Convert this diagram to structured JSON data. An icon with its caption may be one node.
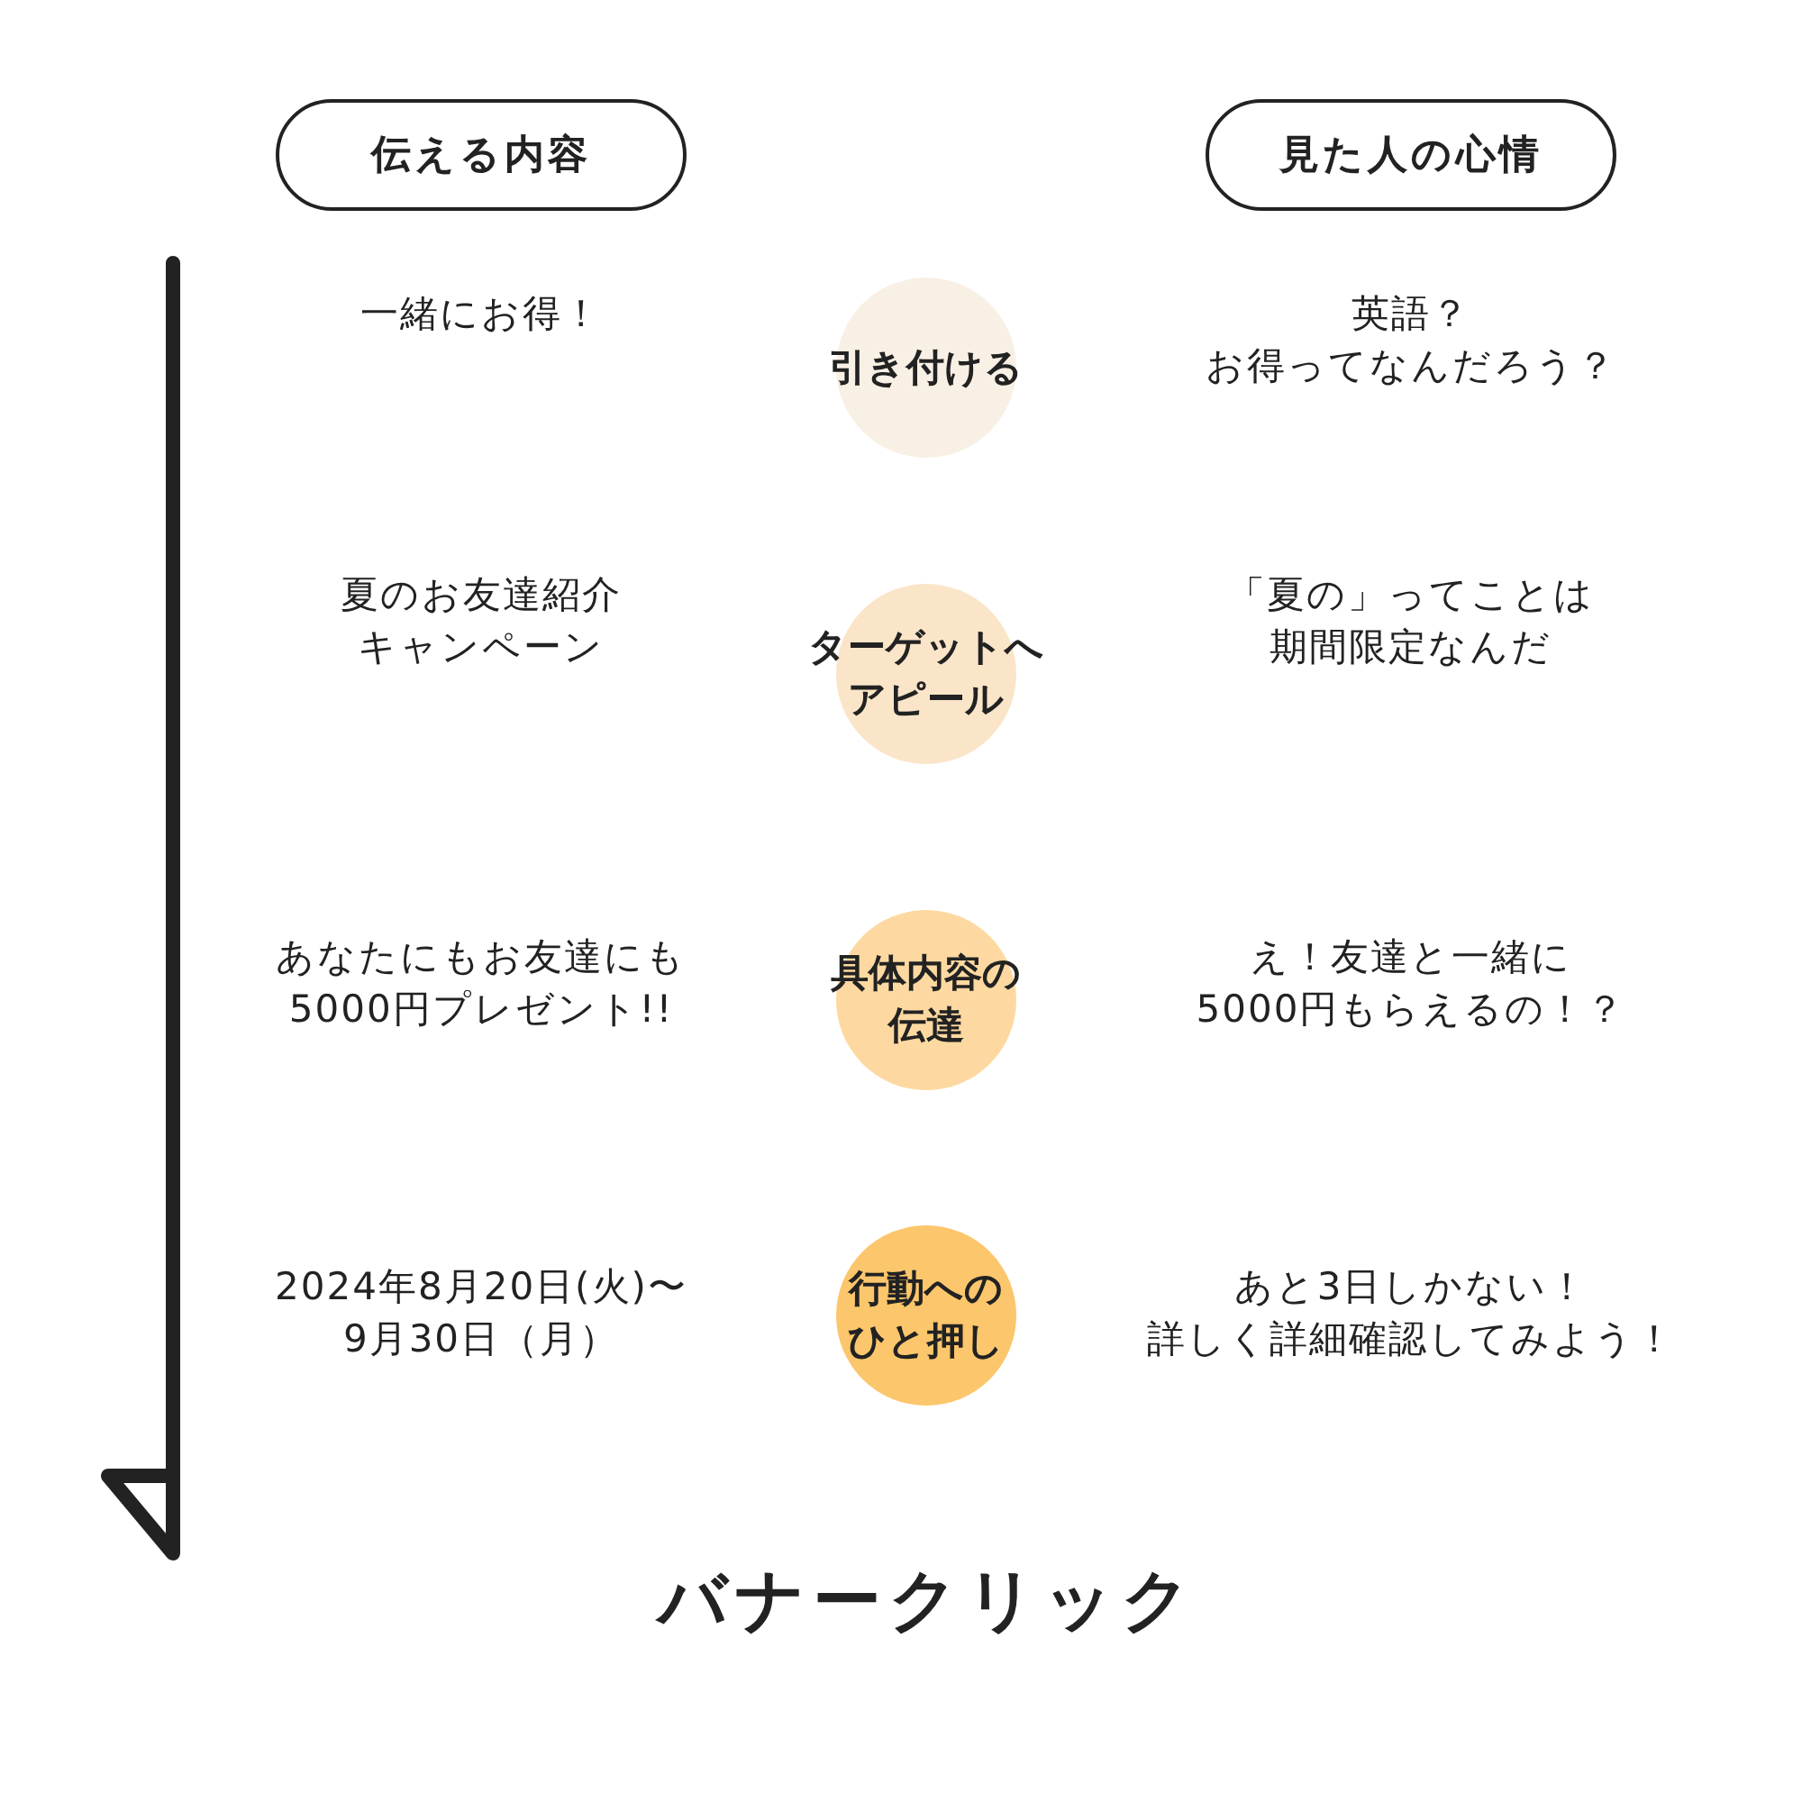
{
  "diagram": {
    "nodes": [
      {
        "text": [
          "伝える内容"
        ]
      },
      {
        "text": [
          "見た人の心情"
        ]
      },
      {
        "text": [
          "引き付ける"
        ]
      },
      {
        "text": [
          "ターゲットへアピール"
        ]
      },
      {
        "text": [
          "具体内容の伝達"
        ]
      },
      {
        "text": [
          "行動へのひと押し"
        ]
      }
    ],
    "labels": [
      "一緒にお得！",
      "英語？お得ってなんだろう？",
      "夏のお友達紹介キャンペーン",
      "「夏の」ってことは期間限定なんだ",
      "あなたにもお友達にも5000円プレゼント!!",
      "え！友達と一緒に5000円もらえるの！？",
      "2024年8月20日(火)〜9月30日（月）",
      "あと3日しかない！詳しく詳細確認してみよう！",
      "バナークリック"
    ]
  }
}
